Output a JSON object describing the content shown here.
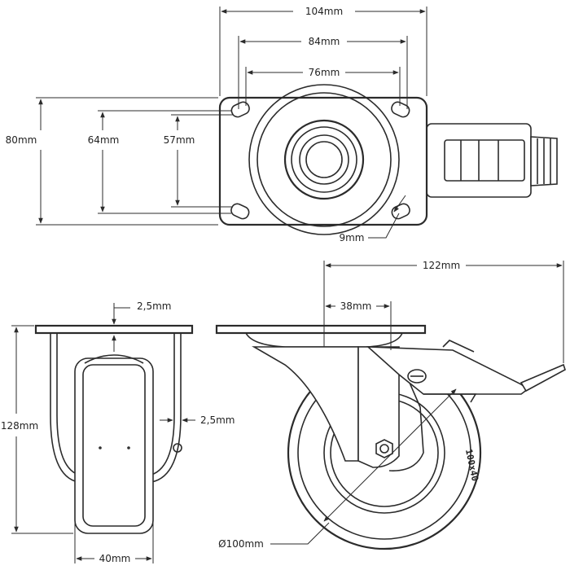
{
  "dimensions": {
    "plate_width": "104mm",
    "hole_spacing_outer": "84mm",
    "hole_spacing_inner": "76mm",
    "plate_height": "80mm",
    "hole_height_outer": "64mm",
    "hole_height_inner": "57mm",
    "hole_diameter": "9mm",
    "plate_thickness": "2,5mm",
    "fork_thickness": "2,5mm",
    "total_height": "128mm",
    "wheel_width": "40mm",
    "total_offset": "122mm",
    "swivel_offset": "38mm",
    "wheel_diameter": "Ø100mm"
  },
  "wheel_marking": "100x40"
}
